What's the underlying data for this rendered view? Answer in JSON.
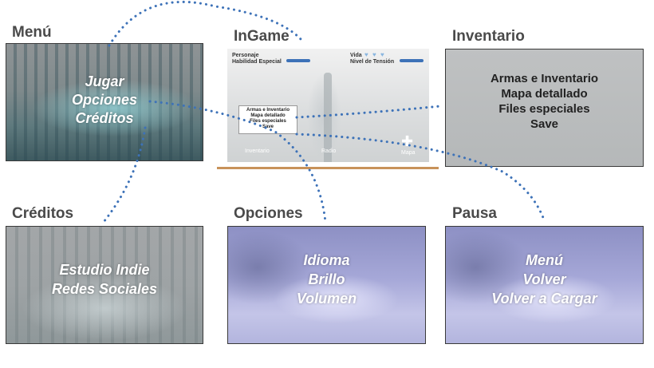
{
  "colors": {
    "connector": "#3d72b8",
    "title": "#4a4a4a",
    "divider": "#c8925a",
    "hud_bar": "#3d72b8"
  },
  "screens": {
    "menu": {
      "title": "Menú",
      "items": [
        "Jugar",
        "Opciones",
        "Créditos"
      ]
    },
    "ingame": {
      "title": "InGame",
      "hud": {
        "personaje": "Personaje",
        "habilidad": "Habilidad Especial",
        "vida": "Vida",
        "tension": "Nivel de Tensión",
        "vida_hearts": [
          "heart-icon",
          "heart-icon",
          "heart-icon"
        ]
      },
      "popup_items": [
        "Armas e Inventario",
        "Mapa detallado",
        "Files especiales",
        "Save"
      ],
      "tabs": {
        "inventario": "Inventario",
        "radio": "Radio",
        "mapa": "Mapa"
      },
      "map_icon": "plus-icon"
    },
    "inventario": {
      "title": "Inventario",
      "items": [
        "Armas e Inventario",
        "Mapa detallado",
        "Files especiales",
        "Save"
      ]
    },
    "creditos": {
      "title": "Créditos",
      "items": [
        "Estudio Indie",
        "Redes Sociales"
      ]
    },
    "opciones": {
      "title": "Opciones",
      "items": [
        "Idioma",
        "Brillo",
        "Volumen"
      ]
    },
    "pausa": {
      "title": "Pausa",
      "items": [
        "Menú",
        "Volver",
        "Volver a Cargar"
      ]
    }
  },
  "links": [
    {
      "from": "menu",
      "to": "ingame"
    },
    {
      "from": "menu",
      "to": "creditos"
    },
    {
      "from": "menu",
      "to": "opciones"
    },
    {
      "from": "ingame",
      "to": "inventario"
    },
    {
      "from": "ingame",
      "to": "pausa"
    }
  ]
}
